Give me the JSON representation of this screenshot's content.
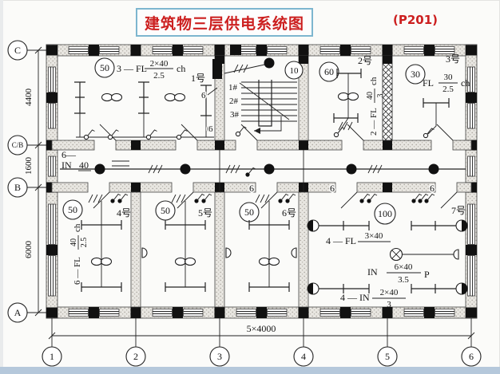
{
  "title": {
    "text": "建筑物三层供电系统图",
    "page": "(P201)"
  },
  "grid": {
    "rows": [
      "C",
      "C/B",
      "B",
      "A"
    ],
    "cols": [
      "1",
      "2",
      "3",
      "4",
      "5",
      "6"
    ],
    "row_dims": [
      "4400",
      "1600",
      "6000"
    ],
    "col_dim": "5×4000"
  },
  "corridor": {
    "feeder_no": "6—",
    "feeder_in": "IN",
    "feeder_val": "40"
  },
  "stair": {
    "load": "10",
    "risers": [
      "1#",
      "2#",
      "3#"
    ]
  },
  "wire_mark": "6",
  "rooms": {
    "r1": {
      "load": "50",
      "prefix": "3 — FL",
      "num": "2×40",
      "den": "2.5",
      "unit": "ch",
      "name": "1号"
    },
    "r2": {
      "load": "60",
      "name": "2号",
      "prefix": "2 — FL",
      "num": "40",
      "den": "3",
      "unit": "ch"
    },
    "r3": {
      "load": "30",
      "name": "3号",
      "prefix": "FL",
      "num": "30",
      "den": "2.5",
      "unit": "ch"
    },
    "r4": {
      "load": "50",
      "name": "4号",
      "prefix": "6 — FL",
      "num": "40",
      "den": "2.5",
      "unit": "ch"
    },
    "r5": {
      "load": "50",
      "name": "5号"
    },
    "r6": {
      "load": "50",
      "name": "6号"
    },
    "r7": {
      "load": "100",
      "name": "7号",
      "fl": {
        "prefix": "4 — FL",
        "num": "3×40"
      },
      "in1": {
        "prefix": "IN",
        "num": "6×40",
        "den": "3.5",
        "unit": "P"
      },
      "in2": {
        "prefix": "4 — IN",
        "num": "2×40",
        "den": "3"
      }
    }
  }
}
